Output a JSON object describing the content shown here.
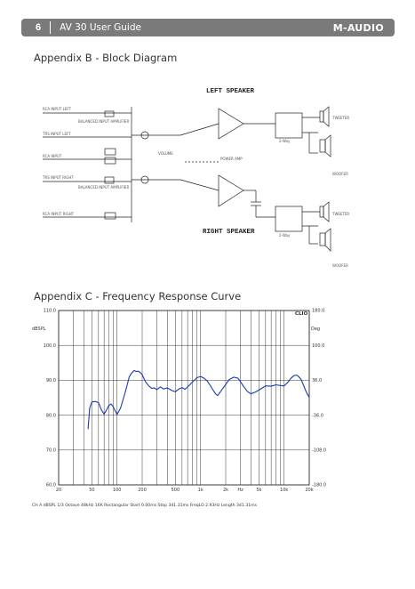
{
  "header": {
    "page_number": "6",
    "title": "AV 30 User Guide",
    "brand": "M-AUDIO"
  },
  "appendix_b": {
    "title": "Appendix B - Block Diagram",
    "left_speaker": "LEFT SPEAKER",
    "right_speaker": "RIGHT SPEAKER",
    "power_amp": "POWER AMP",
    "labels": {
      "input_1": "RCA INPUT LEFT",
      "input_2": "TRS INPUT LEFT",
      "input_3": "RCA INPUT",
      "input_4": "TRS INPUT RIGHT",
      "input_5": "RCA INPUT RIGHT",
      "balanced_1": "BALANCED INPUT AMPLIFIER",
      "balanced_2": "BALANCED INPUT AMPLIFIER",
      "volume": "VOLUME",
      "xover_1": "2-Way",
      "xover_2": "2-Way",
      "tweeter_l": "TWEETER",
      "woofer_l": "WOOFER",
      "tweeter_r": "TWEETER",
      "woofer_r": "WOOFER"
    }
  },
  "appendix_c": {
    "title": "Appendix C - Frequency Response Curve",
    "curve_color": "#1a3ab5"
  },
  "chart_data": {
    "type": "line",
    "x_scale": "log",
    "xlim": [
      20,
      20000
    ],
    "ylim": [
      60,
      110
    ],
    "ylabel_left": "dBSPL",
    "ylabel_right": "Deg",
    "logo": "CLIO",
    "x_ticks": [
      "20",
      "50",
      "100",
      "200",
      "500",
      "1k",
      "2k",
      "Hz",
      "5k",
      "10k",
      "20k"
    ],
    "y_ticks_left": [
      "110.0",
      "100.0",
      "90.0",
      "80.0",
      "70.0",
      "60.0"
    ],
    "y_ticks_right": [
      "180.0",
      "100.0",
      "36.0",
      "-36.0",
      "-108.0",
      "-180.0"
    ],
    "footer": "CH A   dBSPL   1/3 Octave   48kHz   16K   Rectangular   Start 0.00ms   Stop 341.31ms   FreqLO 2.93Hz   Length 341.31ms",
    "series": [
      {
        "x": [
          45,
          47,
          50,
          55,
          60,
          65,
          70,
          75,
          80,
          85,
          90,
          100,
          110,
          120,
          130,
          140,
          150,
          160,
          170,
          180,
          190,
          200,
          220,
          240,
          260,
          280,
          300,
          330,
          360,
          400,
          450,
          500,
          550,
          600,
          650,
          700,
          800,
          900,
          1000,
          1100,
          1200,
          1300,
          1400,
          1500,
          1600,
          1800,
          2000,
          2200,
          2500,
          2800,
          3000,
          3300,
          3600,
          4000,
          4500,
          5000,
          5500,
          6000,
          7000,
          8000,
          9000,
          10000,
          11000,
          12000,
          13000,
          14000,
          15000,
          16000,
          17000,
          18000,
          19000,
          20000
        ],
        "y": [
          76,
          82,
          83.8,
          83.9,
          83.6,
          81.5,
          80.3,
          81.5,
          82.8,
          83.2,
          82.4,
          80.2,
          82,
          85,
          88,
          91,
          92.1,
          92.8,
          92.5,
          92.6,
          92.2,
          91.6,
          89.5,
          88.4,
          87.7,
          87.8,
          87.3,
          88.1,
          87.5,
          87.8,
          87.1,
          86.7,
          87.5,
          87.9,
          87.4,
          88.1,
          89.5,
          90.7,
          91.1,
          90.6,
          89.8,
          88.6,
          87.3,
          86.2,
          85.6,
          87.3,
          88.8,
          90.2,
          90.9,
          90.6,
          89.6,
          88.1,
          86.9,
          86.1,
          86.6,
          87.2,
          87.8,
          88.4,
          88.3,
          88.7,
          88.5,
          88.4,
          89.3,
          90.5,
          91.3,
          91.5,
          91,
          90.2,
          88.7,
          87.2,
          86,
          85.1
        ]
      }
    ]
  }
}
